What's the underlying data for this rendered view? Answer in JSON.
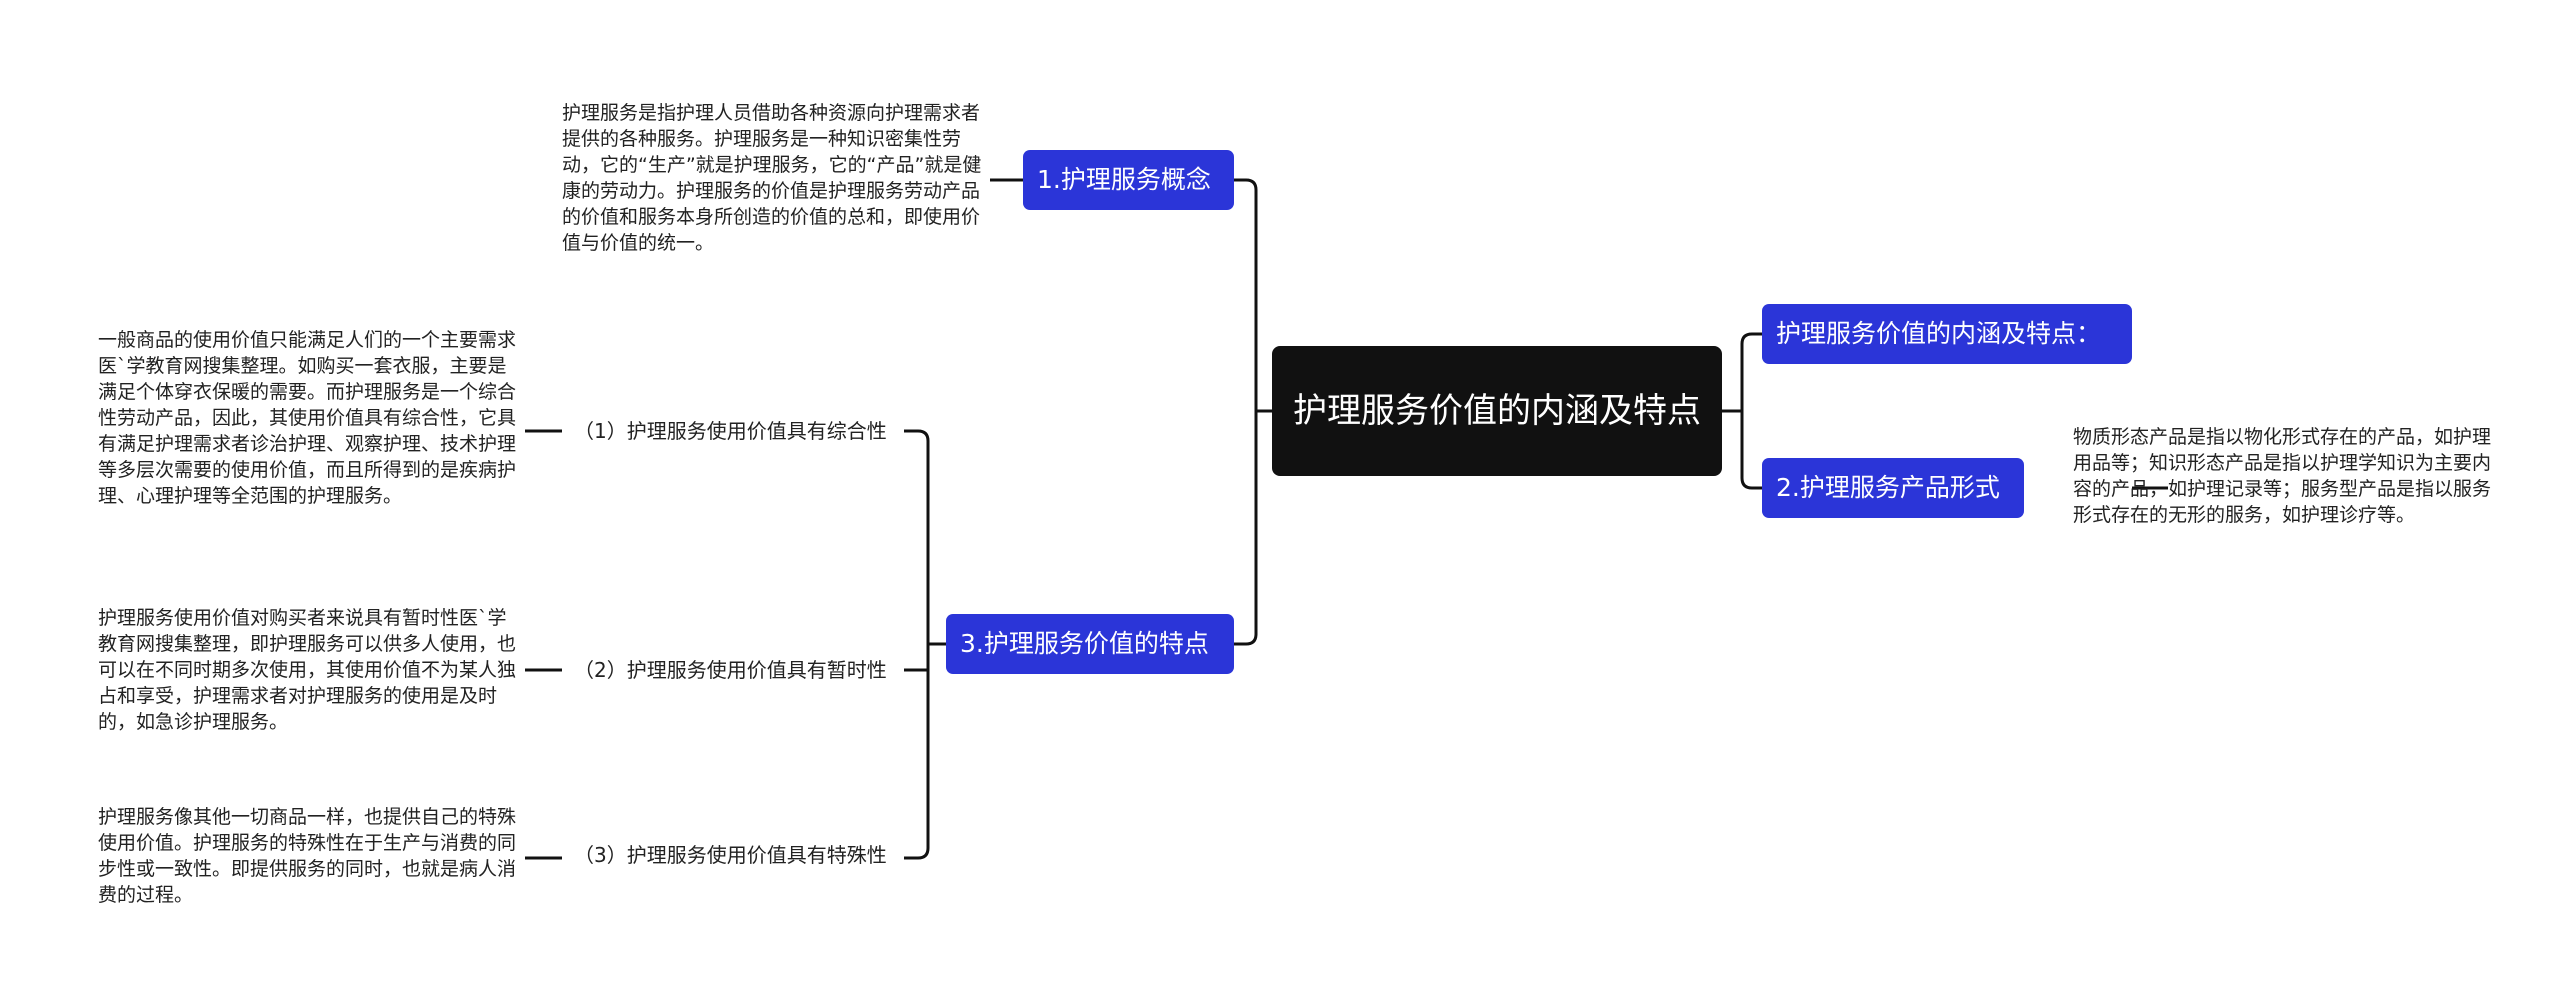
{
  "root": {
    "title": "护理服务价值的内涵及特点"
  },
  "branches": [
    {
      "label": "1.护理服务概念"
    },
    {
      "label": "护理服务价值的内涵及特点："
    },
    {
      "label": "2.护理服务产品形式"
    },
    {
      "label": "3.护理服务价值的特点"
    }
  ],
  "subtopics": [
    {
      "label": "（1）护理服务使用价值具有综合性"
    },
    {
      "label": "（2）护理服务使用价值具有暂时性"
    },
    {
      "label": "（3）护理服务使用价值具有特殊性"
    }
  ],
  "notes": {
    "concept": "护理服务是指护理人员借助各种资源向护理需求者提供的各种服务。护理服务是一种知识密集性劳动，它的“生产”就是护理服务，它的“产品”就是健康的劳动力。护理服务的价值是护理服务劳动产品的价值和服务本身所创造的价值的总和，即使用价值与价值的统一。",
    "product_form": "物质形态产品是指以物化形式存在的产品，如护理用品等；知识形态产品是指以护理学知识为主要内容的产品，如护理记录等；服务型产品是指以服务形式存在的无形的服务，如护理诊疗等。",
    "comprehensive": "一般商品的使用价值只能满足人们的一个主要需求医`学教育网搜集整理。如购买一套衣服，主要是满足个体穿衣保暖的需要。而护理服务是一个综合性劳动产品，因此，其使用价值具有综合性，它具有满足护理需求者诊治护理、观察护理、技术护理等多层次需要的使用价值，而且所得到的是疾病护理、心理护理等全范围的护理服务。",
    "temporary": "护理服务使用价值对购买者来说具有暂时性医`学教育网搜集整理，即护理服务可以供多人使用，也可以在不同时期多次使用，其使用价值不为某人独占和享受，护理需求者对护理服务的使用是及时的，如急诊护理服务。",
    "special": "护理服务像其他一切商品一样，也提供自己的特殊使用价值。护理服务的特殊性在于生产与消费的同步性或一致性。即提供服务的同时，也就是病人消费的过程。"
  },
  "colors": {
    "root_bg": "#111111",
    "branch_bg": "#2b35d8",
    "line": "#111111"
  }
}
